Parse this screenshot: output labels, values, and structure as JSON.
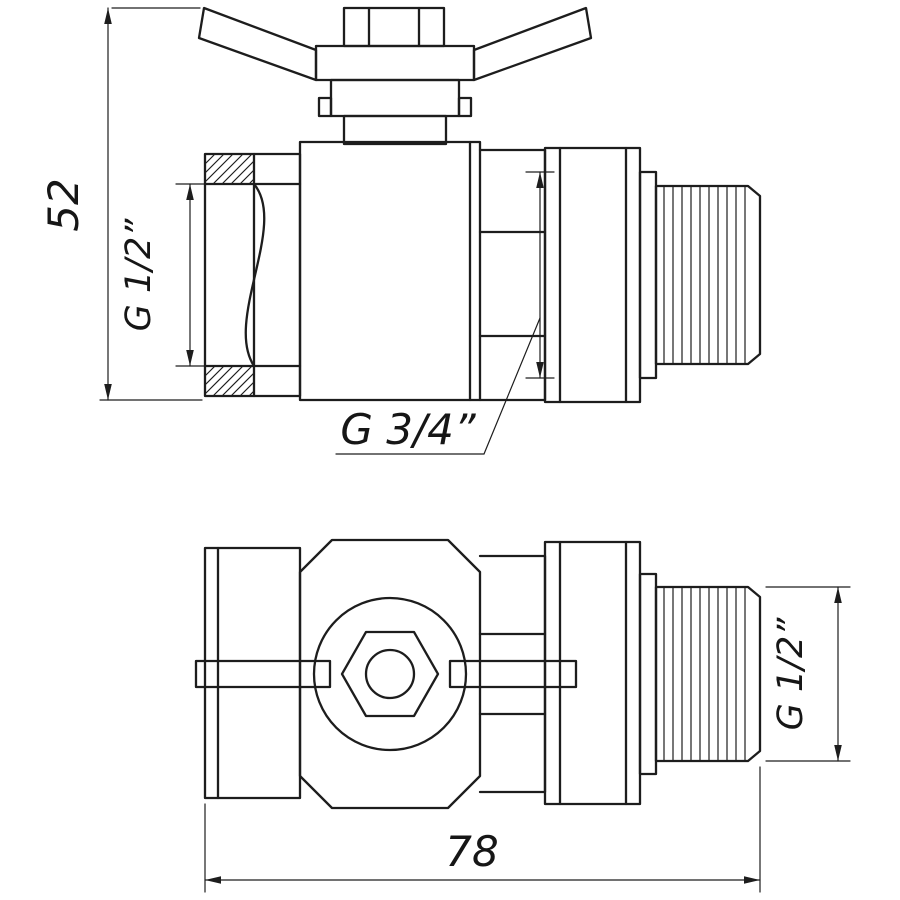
{
  "drawing": {
    "background_color": "#ffffff",
    "line_color": "#1d1d1d",
    "dimensions": {
      "overall_height": "52",
      "female_thread_size": "G 1/2”",
      "union_thread_size": "G 3/4”",
      "male_thread_size": "G 1/2”",
      "overall_width": "78"
    }
  }
}
